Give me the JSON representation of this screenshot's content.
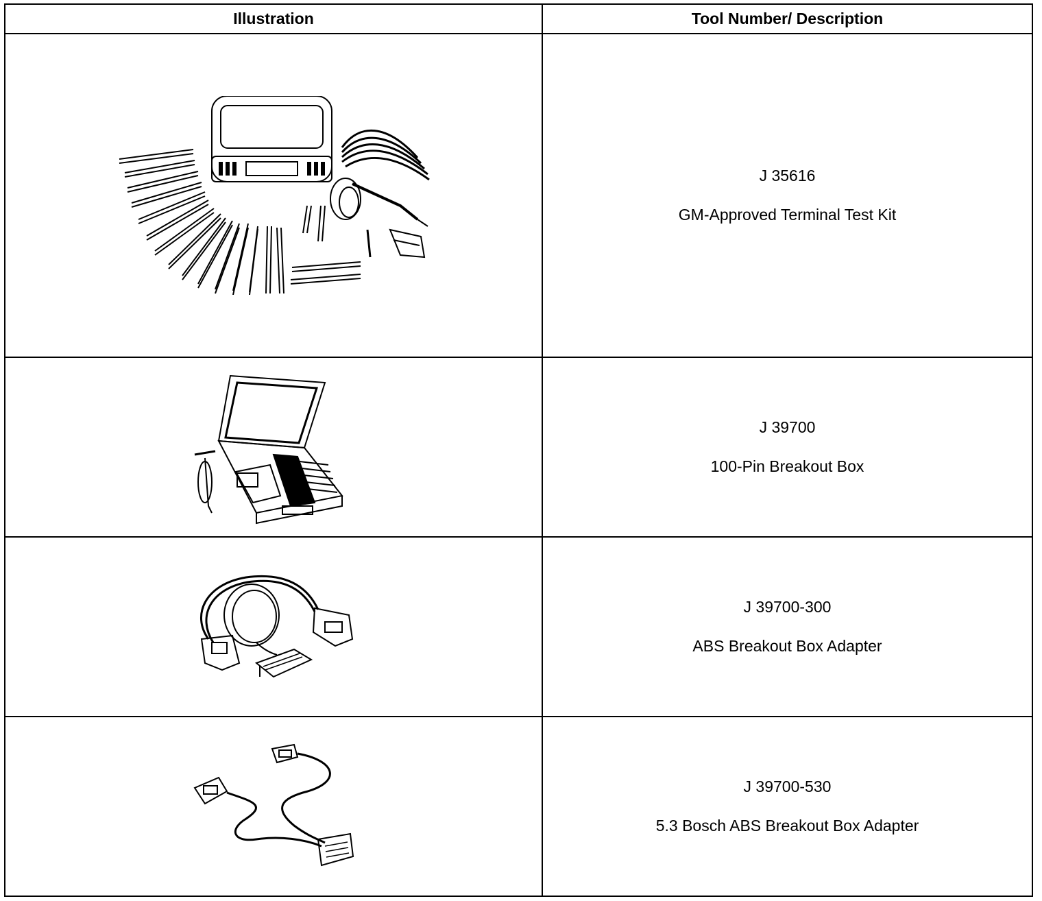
{
  "table": {
    "headers": {
      "illustration": "Illustration",
      "tool": "Tool Number/ Description"
    },
    "rows": [
      {
        "tool_number": "J 35616",
        "description": "GM-Approved Terminal Test Kit",
        "illustration_icon": "terminal-test-kit-icon"
      },
      {
        "tool_number": "J 39700",
        "description": "100-Pin Breakout Box",
        "illustration_icon": "breakout-box-case-icon"
      },
      {
        "tool_number": "J 39700-300",
        "description": "ABS Breakout Box Adapter",
        "illustration_icon": "abs-adapter-harness-icon"
      },
      {
        "tool_number": "J 39700-530",
        "description": "5.3 Bosch ABS Breakout Box Adapter",
        "illustration_icon": "bosch-adapter-harness-icon"
      }
    ]
  }
}
